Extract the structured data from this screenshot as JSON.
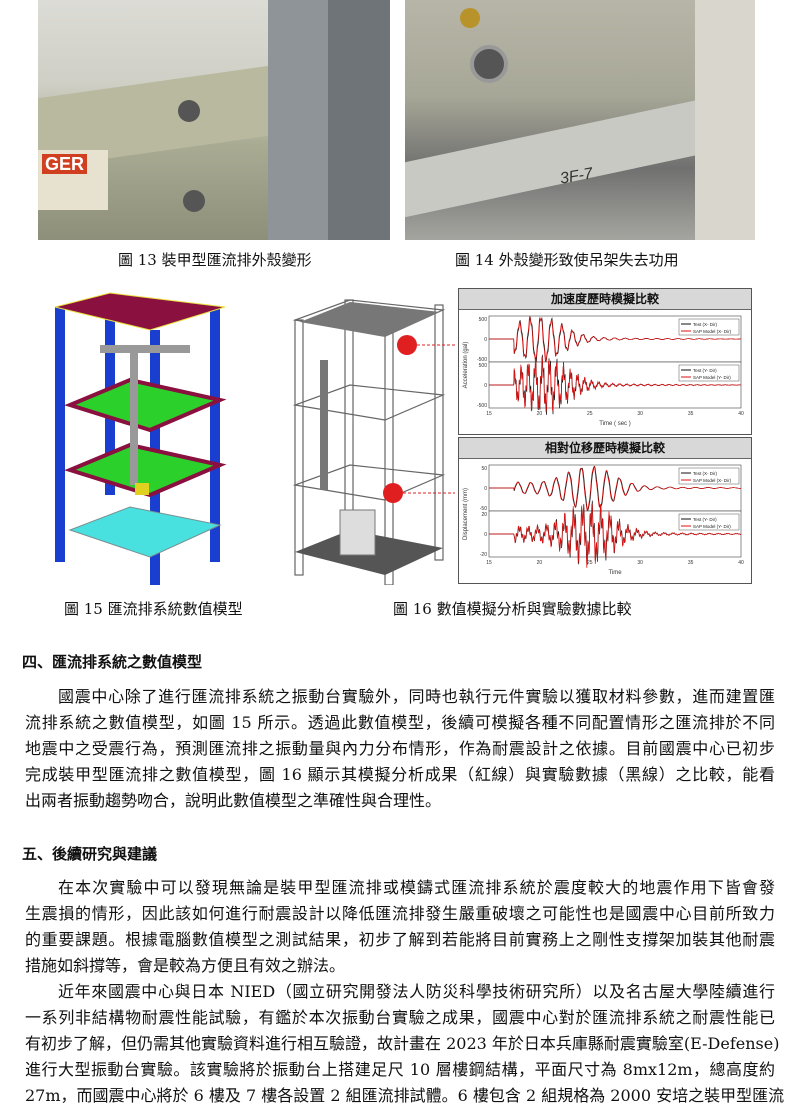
{
  "figures": {
    "fig13_caption": "圖 13 裝甲型匯流排外殼變形",
    "fig14_caption": "圖 14 外殼變形致使吊架失去功用",
    "fig13_label_text": "GER",
    "fig14_marking": "3F-7",
    "fig15_caption": "圖 15 匯流排系統數值模型",
    "fig16_caption": "圖 16 數值模擬分析與實驗數據比較"
  },
  "charts": {
    "accel": {
      "title": "加速度歷時模擬比較",
      "ylabel": "Acceleration (gal)",
      "xlabel": "Time ( sec )",
      "xticks": [
        "15",
        "20",
        "25",
        "30",
        "35",
        "40"
      ],
      "top_yticks": [
        "500",
        "0",
        "-500"
      ],
      "bottom_yticks": [
        "500",
        "0",
        "-500"
      ],
      "legend_top": [
        "Test (X- Dir)",
        "SAP Model (X- Dir)"
      ],
      "legend_bottom": [
        "Test (Y- Dir)",
        "SAP Model (Y- Dir)"
      ]
    },
    "disp": {
      "title": "相對位移歷時模擬比較",
      "ylabel": "Displacement (mm)",
      "xlabel": "Time",
      "xticks": [
        "15",
        "20",
        "25",
        "30",
        "35",
        "40"
      ],
      "top_yticks": [
        "50",
        "0",
        "-50"
      ],
      "bottom_yticks": [
        "20",
        "0",
        "-20"
      ],
      "legend_top": [
        "Test (X- Dir)",
        "SAP Model (X- Dir)"
      ],
      "legend_bottom": [
        "Test (Y- Dir)",
        "SAP Model (Y- Dir)"
      ]
    },
    "colors": {
      "test": "#111111",
      "model": "#e01010"
    }
  },
  "section4": {
    "heading": "四、匯流排系統之數值模型",
    "lines": [
      "國震中心除了進行匯流排系統之振動台實驗外，同時也執行元件實驗以獲取材料參數，進而建置匯",
      "流排系統之數值模型，如圖 15 所示。透過此數值模型，後續可模擬各種不同配置情形之匯流排於不同",
      "地震中之受震行為，預測匯流排之振動量與內力分布情形，作為耐震設計之依據。目前國震中心已初步",
      "完成裝甲型匯流排之數值模型，圖 16 顯示其模擬分析成果（紅線）與實驗數據（黑線）之比較，能看",
      "出兩者振動趨勢吻合，說明此數值模型之準確性與合理性。"
    ]
  },
  "section5": {
    "heading": "五、後續研究與建議",
    "lines": [
      "在本次實驗中可以發現無論是裝甲型匯流排或模鑄式匯流排系統於震度較大的地震作用下皆會發",
      "生震損的情形，因此該如何進行耐震設計以降低匯流排發生嚴重破壞之可能性也是國震中心目前所致力",
      "的重要課題。根據電腦數值模型之測試結果，初步了解到若能將目前實務上之剛性支撐架加裝其他耐震",
      "措施如斜撐等，會是較為方便且有效之辦法。",
      "近年來國震中心與日本 NIED（國立研究開發法人防災科學技術研究所）以及名古屋大學陸續進行",
      "一系列非結構物耐震性能試驗，有鑑於本次振動台實驗之成果，國震中心對於匯流排系統之耐震性能已",
      "有初步了解，但仍需其他實驗資料進行相互驗證，故計畫在 2023 年於日本兵庫縣耐震實驗室(E-Defense)",
      "進行大型振動台實驗。該實驗將於振動台上搭建足尺 10 層樓鋼結構，平面尺寸為 8mx12m，總高度約",
      "27m，而國震中心將於 6 樓及 7 樓各設置 2 組匯流排試體。6 樓包含 2 組規格為 2000 安培之裝甲型匯流"
    ]
  }
}
